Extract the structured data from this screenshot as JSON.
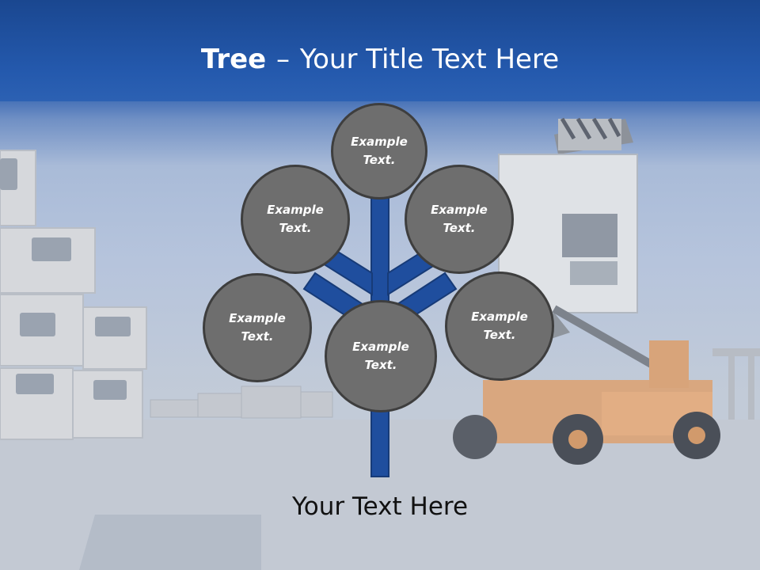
{
  "title": {
    "bold": "Tree",
    "separator": " – ",
    "rest": "Your Title Text Here"
  },
  "nodes": [
    {
      "id": "top",
      "label": "Example\nText."
    },
    {
      "id": "upper-left",
      "label": "Example\nText."
    },
    {
      "id": "upper-right",
      "label": "Example\nText."
    },
    {
      "id": "lower-left",
      "label": "Example\nText."
    },
    {
      "id": "lower-right",
      "label": "Example\nText."
    },
    {
      "id": "center",
      "label": "Example\nText."
    }
  ],
  "bottom_text": "Your Text Here",
  "colors": {
    "title_band": "#2459ad",
    "trunk": "#1f4e9e",
    "node_fill": "#6e6e6e",
    "node_border": "#3e3e3e",
    "text": "#ffffff"
  }
}
